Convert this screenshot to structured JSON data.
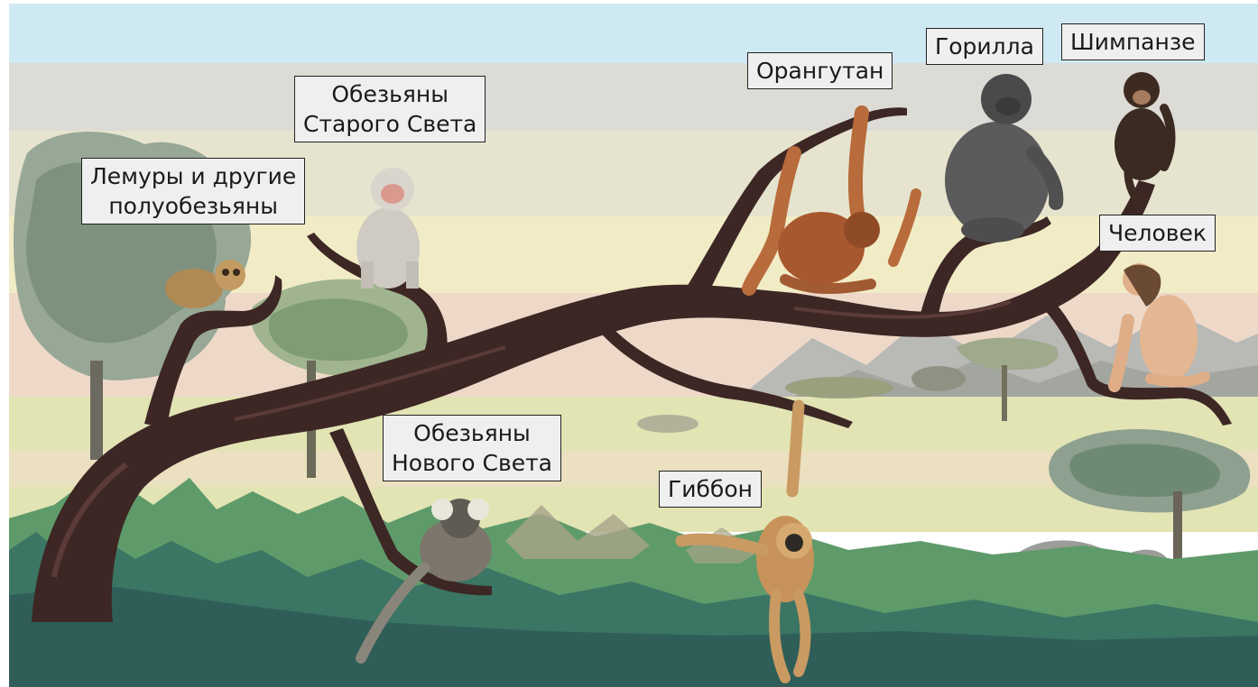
{
  "diagram": {
    "type": "evolutionary-tree-illustration",
    "labels": {
      "lemurs": {
        "line1": "Лемуры и другие",
        "line2": "полуобезьяны"
      },
      "old_world": {
        "line1": "Обезьяны",
        "line2": "Старого Света"
      },
      "new_world": {
        "line1": "Обезьяны",
        "line2": "Нового Света"
      },
      "gibbon": "Гиббон",
      "orangutan": "Орангутан",
      "gorilla": "Горилла",
      "chimpanzee": "Шимпанзе",
      "human": "Человек"
    },
    "colors": {
      "sky": "#cfe9f3",
      "haze": "#dedcd4",
      "bark": "#3d2725",
      "grass_dark": "#2f5e58",
      "grass_mid": "#5e9a6a",
      "label_bg": "#efefef"
    }
  }
}
